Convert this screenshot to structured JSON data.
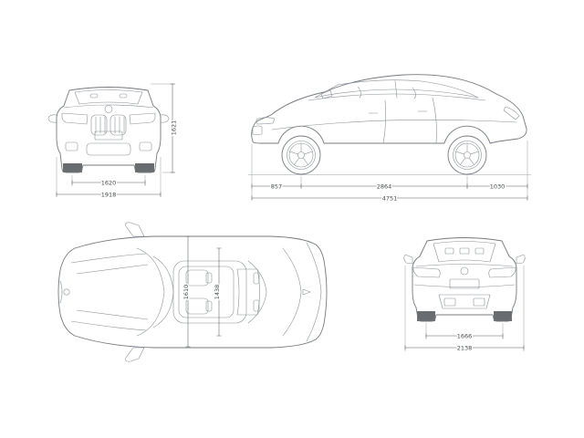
{
  "colors": {
    "outline": "#74797e",
    "detail": "#8b9095",
    "dimension_line": "#5a5f64",
    "dimension_text": "#44484c",
    "background": "#ffffff"
  },
  "views": {
    "front": {
      "dims": {
        "track": "1620",
        "overall_width": "1918",
        "height": "1621"
      }
    },
    "side": {
      "dims": {
        "front_overhang": "857",
        "wheelbase": "2864",
        "rear_overhang": "1030",
        "overall_length": "4751"
      }
    },
    "top": {
      "dims": {
        "width_front": "1610",
        "width_rear": "1438"
      }
    },
    "rear": {
      "dims": {
        "track": "1666",
        "width_with_mirrors": "2138"
      }
    }
  }
}
